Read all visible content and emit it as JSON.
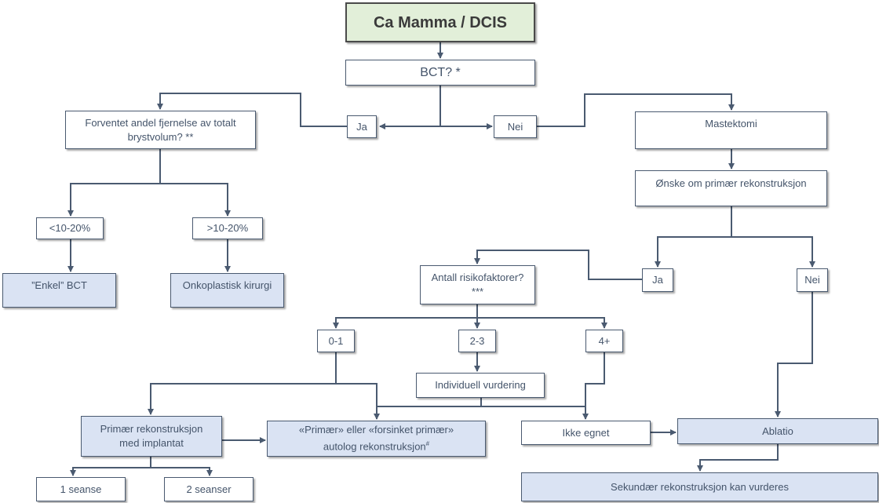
{
  "title": "Ca Mamma / DCIS",
  "bct": "BCT? *",
  "ja_left": "Ja",
  "nei_top": "Nei",
  "forventet_line1": "Forventet andel fjernelse av totalt",
  "forventet_line2": "brystvolum? **",
  "lt_10_20": "<10-20%",
  "gt_10_20": ">10-20%",
  "enkel_bct": "”Enkel” BCT",
  "onkoplastisk": "Onkoplastisk kirurgi",
  "mastektomi": "Mastektomi",
  "onske": "Ønske om primær rekonstruksjon",
  "ja_right": "Ja",
  "nei_right": "Nei",
  "antall_line1": "Antall risikofaktorer?",
  "antall_line2": "***",
  "r01": "0-1",
  "r23": "2-3",
  "r4": "4+",
  "individuell": "Individuell vurdering",
  "primaer_line1": "Primær rekonstruksjon",
  "primaer_line2": "med implantat",
  "autolog_line1": "«Primær» eller «forsinket primær»",
  "autolog_line2": "autolog rekonstruksjon",
  "autolog_sup": "#",
  "ikke_egnet": "Ikke egnet",
  "ablatio": "Ablatio",
  "en_seanse": "1 seanse",
  "to_seanser": "2 seanser",
  "sekundaer": "Sekundær rekonstruksjon kan vurderes"
}
